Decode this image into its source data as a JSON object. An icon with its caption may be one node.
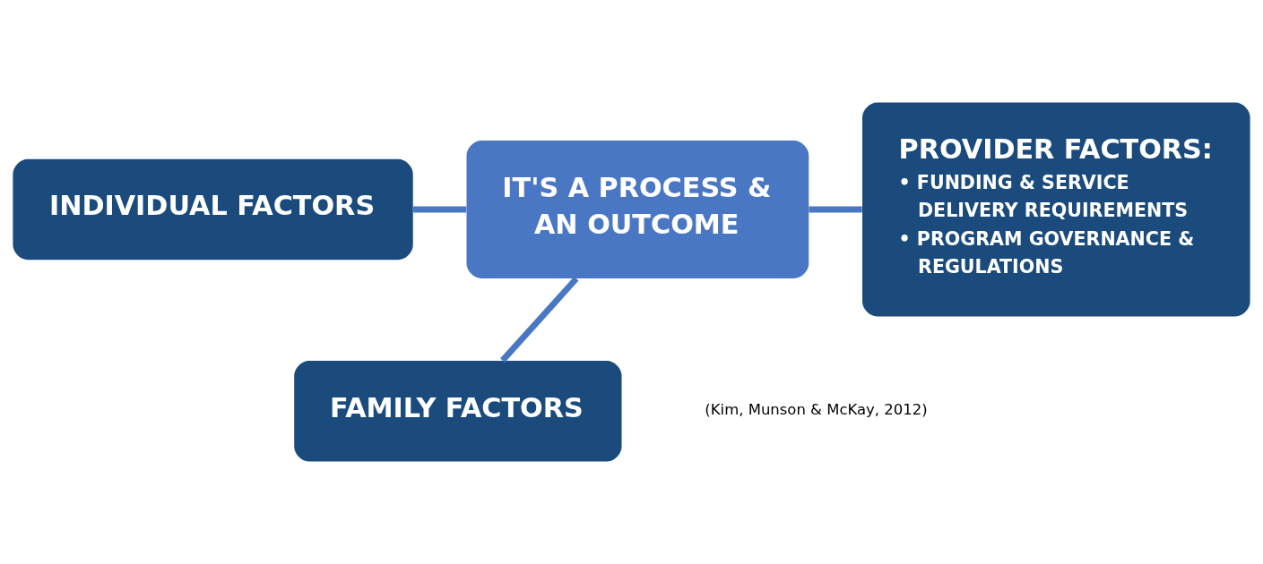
{
  "diagram": {
    "nodes": [
      {
        "text": [
          "INDIVIDUAL FACTORS"
        ]
      },
      {
        "text": [
          "IT'S A PROCESS & AN OUTCOME"
        ]
      },
      {
        "text": [
          "PROVIDER FACTORS:",
          "• FUNDING & SERVICE DELIVERY REQUIREMENTS",
          "• PROGRAM GOVERNANCE & REGULATIONS"
        ]
      },
      {
        "text": [
          "FAMILY FACTORS"
        ]
      }
    ],
    "edges": [
      {
        "from": 0,
        "to": 1,
        "arrow": "none"
      },
      {
        "from": 1,
        "to": 2,
        "arrow": "none"
      },
      {
        "from": 1,
        "to": 3,
        "arrow": "none"
      }
    ],
    "labels": [
      "(Kim, Munson & McKay, 2012)"
    ]
  }
}
